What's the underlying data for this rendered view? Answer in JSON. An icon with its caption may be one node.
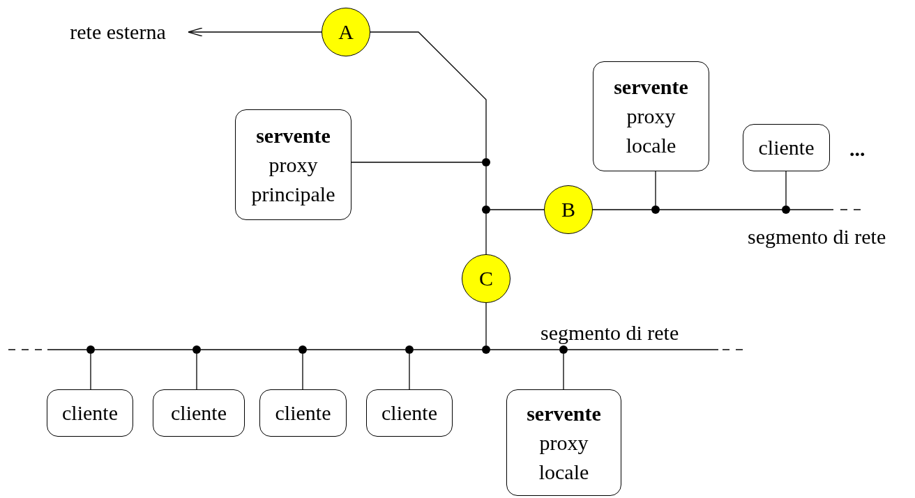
{
  "diagram": {
    "nodes": [
      {
        "text": [
          "rete esterna"
        ]
      },
      {
        "text": [
          "A"
        ]
      },
      {
        "text": [
          "servente",
          "proxy locale"
        ]
      },
      {
        "text": [
          "cliente"
        ]
      },
      {
        "text": [
          "servente",
          "proxy principale"
        ]
      },
      {
        "text": [],
        "shape": "dot"
      },
      {
        "text": [],
        "shape": "dot"
      },
      {
        "text": [
          "B"
        ]
      },
      {
        "text": [],
        "shape": "dot"
      },
      {
        "text": [],
        "shape": "dot"
      },
      {
        "text": [
          "C"
        ]
      },
      {
        "text": [],
        "shape": "dot"
      },
      {
        "text": [],
        "shape": "dot"
      },
      {
        "text": [],
        "shape": "dot"
      },
      {
        "text": [],
        "shape": "dot"
      },
      {
        "text": [],
        "shape": "dot"
      },
      {
        "text": [],
        "shape": "dot"
      },
      {
        "text": [
          "cliente"
        ]
      },
      {
        "text": [
          "cliente"
        ]
      },
      {
        "text": [
          "cliente"
        ]
      },
      {
        "text": [
          "cliente"
        ]
      },
      {
        "text": [
          "servente",
          "proxy locale"
        ]
      }
    ],
    "edges": [
      {
        "from": 1,
        "to": 0,
        "arrow": "to"
      },
      {
        "from": 1,
        "to": 5,
        "arrow": "none"
      },
      {
        "from": 4,
        "to": 5,
        "arrow": "none"
      },
      {
        "from": 5,
        "to": 6,
        "arrow": "none"
      },
      {
        "from": 6,
        "to": 7,
        "arrow": "none"
      },
      {
        "from": 7,
        "to": 8,
        "arrow": "none"
      },
      {
        "from": 8,
        "to": 9,
        "arrow": "none"
      },
      {
        "from": 9,
        "to": null,
        "arrow": "none"
      },
      {
        "from": 8,
        "to": 2,
        "arrow": "none"
      },
      {
        "from": 9,
        "to": 3,
        "arrow": "none"
      },
      {
        "from": 6,
        "to": 10,
        "arrow": "none"
      },
      {
        "from": 10,
        "to": 15,
        "arrow": "none"
      },
      {
        "from": null,
        "to": 11,
        "arrow": "none"
      },
      {
        "from": 11,
        "to": 12,
        "arrow": "none"
      },
      {
        "from": 12,
        "to": 13,
        "arrow": "none"
      },
      {
        "from": 13,
        "to": 14,
        "arrow": "none"
      },
      {
        "from": 14,
        "to": 15,
        "arrow": "none"
      },
      {
        "from": 15,
        "to": 16,
        "arrow": "none"
      },
      {
        "from": 16,
        "to": null,
        "arrow": "none"
      },
      {
        "from": 11,
        "to": 17,
        "arrow": "none"
      },
      {
        "from": 12,
        "to": 18,
        "arrow": "none"
      },
      {
        "from": 13,
        "to": 19,
        "arrow": "none"
      },
      {
        "from": 14,
        "to": 20,
        "arrow": "none"
      },
      {
        "from": 16,
        "to": 21,
        "arrow": "none"
      }
    ],
    "labels": [
      "...",
      "segmento di rete",
      "segmento di rete"
    ]
  }
}
